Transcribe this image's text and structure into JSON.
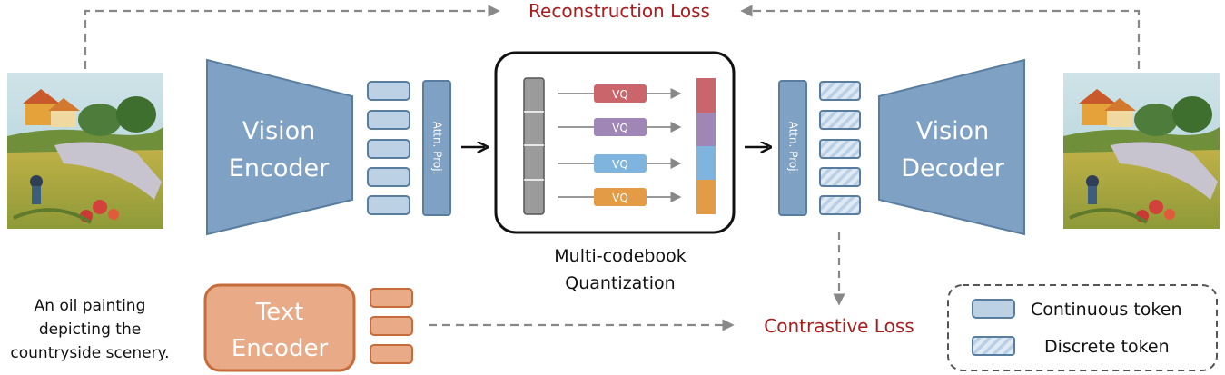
{
  "labels": {
    "reconstruction_loss": "Reconstruction Loss",
    "contrastive_loss": "Contrastive Loss",
    "vision_encoder_line1": "Vision",
    "vision_encoder_line2": "Encoder",
    "vision_decoder_line1": "Vision",
    "vision_decoder_line2": "Decoder",
    "text_encoder_line1": "Text",
    "text_encoder_line2": "Encoder",
    "attn_proj_left": "Attn. Proj.",
    "attn_proj_right": "Attn. Proj.",
    "quantization_line1": "Multi-codebook",
    "quantization_line2": "Quantization",
    "vq_1": "VQ",
    "vq_2": "VQ",
    "vq_3": "VQ",
    "vq_4": "VQ"
  },
  "caption": {
    "line1": "An oil painting",
    "line2": "depicting the",
    "line3": "countryside scenery."
  },
  "legend": {
    "continuous": "Continuous token",
    "discrete": "Discrete token"
  },
  "colors": {
    "loss_text": "#a81d1d",
    "encoder_fill": "#7fa1c3",
    "token_fill": "#bcd1e4",
    "text_encoder_fill": "#e8aa87",
    "text_token_fill": "#e8aa87",
    "vq_red": "#c9656b",
    "vq_purple": "#a085b7",
    "vq_blue": "#7fb4de",
    "vq_orange": "#e39c45"
  }
}
